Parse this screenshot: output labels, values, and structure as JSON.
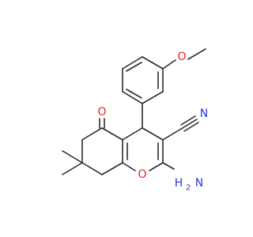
{
  "colors": {
    "bond": "#2b2b2b",
    "oxygen": "#e8231f",
    "nitrogen": "#2d35e6",
    "background": "#ffffff"
  },
  "atoms": {
    "ome_oxygen": "O",
    "ketone_oxygen": "O",
    "ring_oxygen": "O",
    "nitrile_nitrogen": "N",
    "amine_n": "N",
    "amine_h": "H",
    "amine_h_count": "2"
  }
}
